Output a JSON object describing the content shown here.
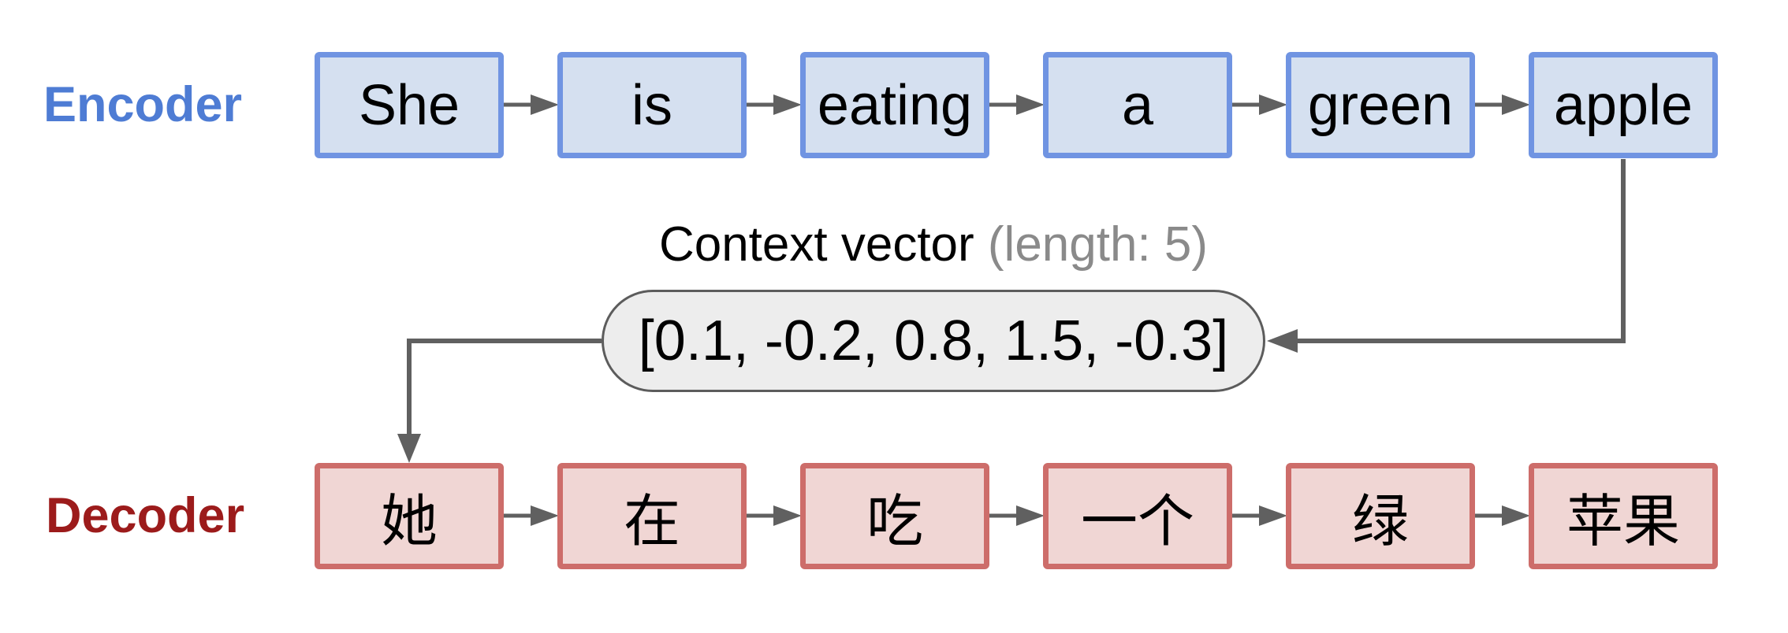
{
  "diagram": {
    "encoder": {
      "label": "Encoder",
      "tokens": [
        "She",
        "is",
        "eating",
        "a",
        "green",
        "apple"
      ]
    },
    "decoder": {
      "label": "Decoder",
      "tokens": [
        "她",
        "在",
        "吃",
        "一个",
        "绿",
        "苹果"
      ]
    },
    "context_vector": {
      "title": "Context vector",
      "note": "(length: 5)",
      "values_text": "[0.1, -0.2, 0.8, 1.5, -0.3]",
      "values": [
        0.1,
        -0.2,
        0.8,
        1.5,
        -0.3
      ],
      "length": 5
    },
    "colors": {
      "encoder_label": "#4e7cd4",
      "encoder_box_border": "#7094e2",
      "encoder_box_fill": "#d5e0f0",
      "decoder_label": "#9c1b1b",
      "decoder_box_border": "#cd6d6a",
      "decoder_box_fill": "#f0d6d4",
      "connector": "#606060",
      "context_pill_fill": "#ededed",
      "context_pill_border": "#5c5c5c",
      "note_gray": "#8a8a8a"
    }
  }
}
